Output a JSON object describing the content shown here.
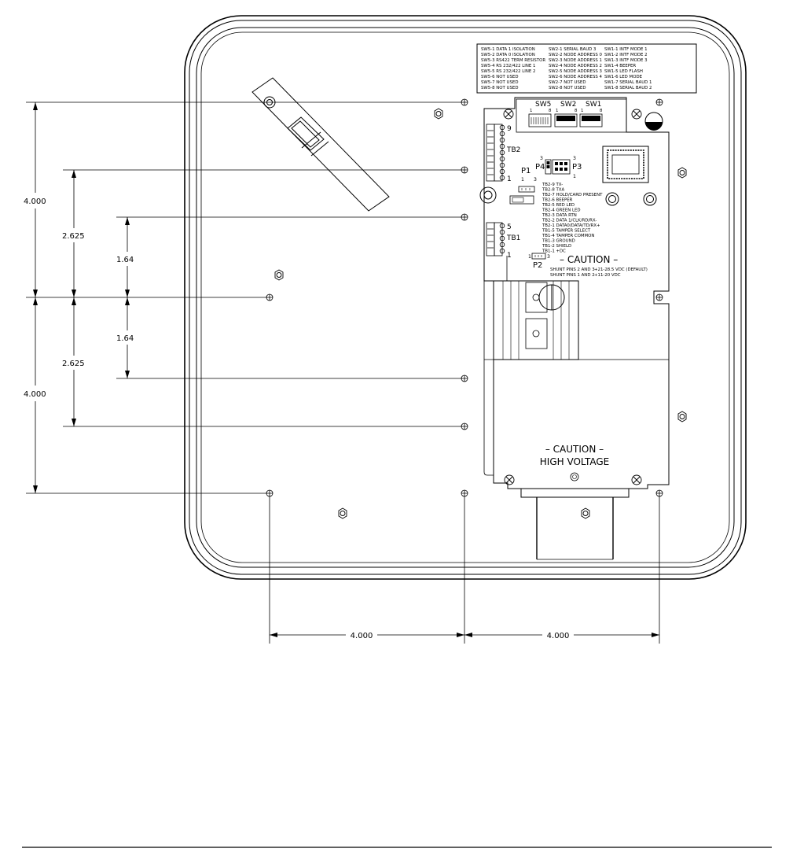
{
  "switch_legend": {
    "col1": [
      "SW5-1 DATA 1 ISOLATION",
      "SW5-2 DATA 0 ISOLATION",
      "SW5-3 RS422 TERM RESISTOR",
      "SW5-4 RS 232/422 LINE 1",
      "SW5-5 RS 232/422 LINE 2",
      "SW5-6 NOT USED",
      "SW5-7 NOT USED",
      "SW5-8 NOT USED"
    ],
    "col2": [
      "SW2-1 SERIAL BAUD 3",
      "SW2-2 NODE ADDRESS 0",
      "SW2-3 NODE ADDRESS 1",
      "SW2-4 NODE ADDRESS 2",
      "SW2-5 NODE ADDRESS 3",
      "SW2-6 NODE ADDRESS 4",
      "SW2-7 NOT USED",
      "SW2-8 NOT USED"
    ],
    "col3": [
      "SW1-1 INTF MODE 1",
      "SW1-2 INTF MODE 2",
      "SW1-3 INTF MODE 3",
      "SW1-4 BEEPER",
      "SW1-5 LED FLASH",
      "SW1-6 LED MODE",
      "SW1-7 SERIAL BAUD 1",
      "SW1-8 SERIAL BAUD 2"
    ]
  },
  "switches": {
    "sw5": {
      "name": "SW5",
      "pin_start": "1",
      "pin_end": "8"
    },
    "sw2": {
      "name": "SW2",
      "pin_start": "1",
      "pin_end": "8"
    },
    "sw1": {
      "name": "SW1",
      "pin_start": "1",
      "pin_end": "8"
    }
  },
  "connectors": {
    "tb2": {
      "name": "TB2",
      "pin_top": "9",
      "pin_bottom": "1"
    },
    "tb1": {
      "name": "TB1",
      "pin_top": "5",
      "pin_bottom": "1"
    },
    "p1": {
      "name": "P1",
      "pin_left": "1",
      "pin_right": "3"
    },
    "p4": {
      "name": "P4",
      "pin": "3"
    },
    "p3": {
      "name": "P3",
      "pin_top": "3",
      "pin_bottom": "1"
    },
    "p2": {
      "name": "P2",
      "pin_left": "1",
      "pin_right": "3"
    }
  },
  "terminal_legend": [
    "TB2-9 TX-",
    "TB2-8 TXA",
    "TB2-7 HOLD/CARD PRESENT",
    "TB2-6 BEEPER",
    "TB2-5 RED LED",
    "TB2-4 GREEN LED",
    "TB2-3 DATA RTN",
    "TB2-2 DATA 1/CLK/RD/RX-",
    "TB2-1 DATA0/DATA/TD/RX+",
    "TB1-5 TAMPER SELECT",
    "TB1-4 TAMPER COMMON",
    "TB1-3 GROUND",
    "TB1-2 SHIELD",
    "TB1-1 +DC"
  ],
  "caution_power": {
    "title": "– CAUTION –",
    "line1_left": "SHUNT PINS 2 AND 3",
    "line1_right": "+21-28.5 VDC (DEFAULT)",
    "line2_left": "SHUNT PINS 1 AND 2",
    "line2_right": "+11-20 VDC"
  },
  "caution_hv": {
    "line1": "– CAUTION –",
    "line2": "HIGH VOLTAGE"
  },
  "dimensions": {
    "v_outer_top": "4.000",
    "v_mid_top": "2.625",
    "v_inner_top": "1.64",
    "v_inner_bottom": "1.64",
    "v_mid_bottom": "2.625",
    "v_outer_bottom": "4.000",
    "h_left": "4.000",
    "h_right": "4.000"
  }
}
